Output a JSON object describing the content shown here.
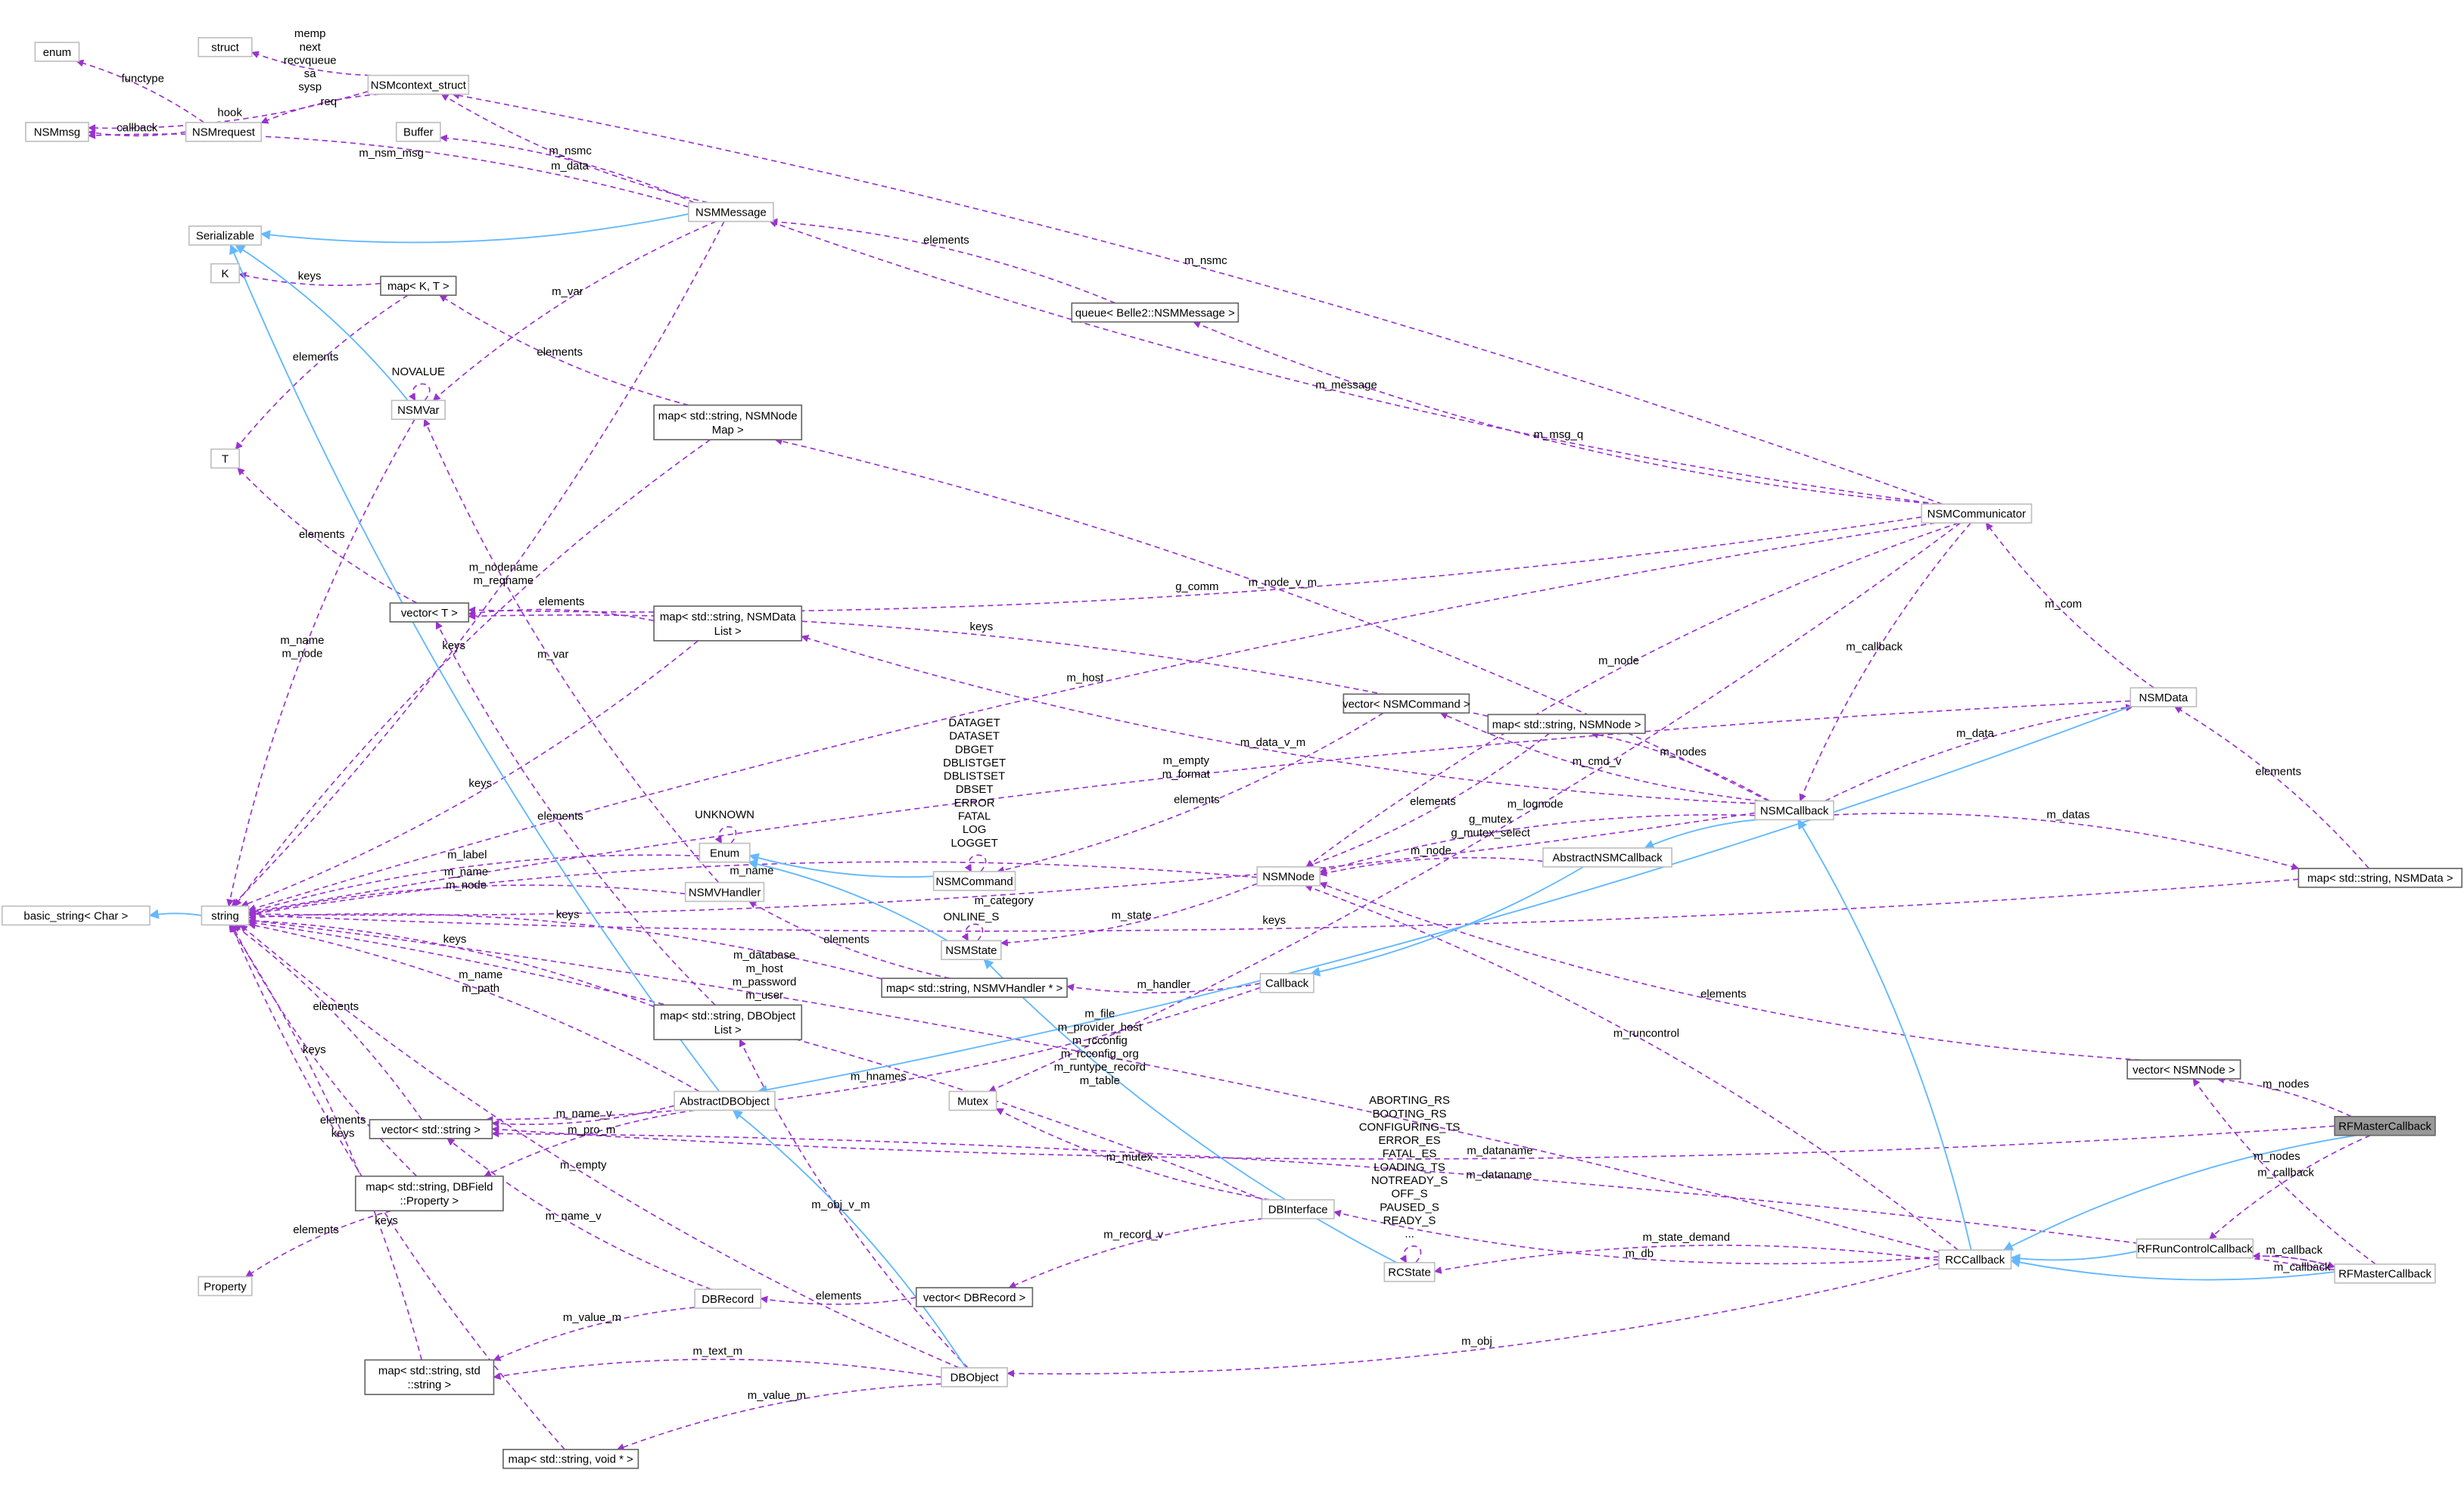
{
  "colors": {
    "usage_edge": "#9a32cd",
    "inheritance_edge": "#63b8ff",
    "focus_node_fill": "#999999"
  },
  "nodes": [
    {
      "id": "struct",
      "label": [
        "struct"
      ]
    },
    {
      "id": "enum",
      "label": [
        "enum"
      ]
    },
    {
      "id": "nsmcontext",
      "label": [
        "NSMcontext_struct"
      ]
    },
    {
      "id": "nsmmsg",
      "label": [
        "NSMmsg"
      ]
    },
    {
      "id": "nsmrequest",
      "label": [
        "NSMrequest"
      ]
    },
    {
      "id": "buffer",
      "label": [
        "Buffer"
      ]
    },
    {
      "id": "nsmmessage",
      "label": [
        "NSMMessage"
      ]
    },
    {
      "id": "serializable",
      "label": [
        "Serializable"
      ]
    },
    {
      "id": "k",
      "label": [
        "K"
      ]
    },
    {
      "id": "mapkt",
      "label": [
        "map< K, T >"
      ]
    },
    {
      "id": "nsmvar",
      "label": [
        "NSMVar"
      ]
    },
    {
      "id": "mapnodemap",
      "label": [
        "map< std::string, NSMNode",
        "Map >"
      ]
    },
    {
      "id": "t",
      "label": [
        "T"
      ]
    },
    {
      "id": "vectort",
      "label": [
        "vector< T >"
      ]
    },
    {
      "id": "mapdatalist",
      "label": [
        "map< std::string, NSMData",
        "List >"
      ]
    },
    {
      "id": "enumcls",
      "label": [
        "Enum"
      ]
    },
    {
      "id": "nsmcommand",
      "label": [
        "NSMCommand"
      ]
    },
    {
      "id": "nsmvhandler",
      "label": [
        "NSMVHandler"
      ]
    },
    {
      "id": "basicstring",
      "label": [
        "basic_string< Char >"
      ]
    },
    {
      "id": "string",
      "label": [
        "string"
      ]
    },
    {
      "id": "nsmstate",
      "label": [
        "NSMState"
      ]
    },
    {
      "id": "mapvhandler",
      "label": [
        "map< std::string, NSMVHandler * >"
      ]
    },
    {
      "id": "callback",
      "label": [
        "Callback"
      ]
    },
    {
      "id": "mapdbobjlist",
      "label": [
        "map< std::string, DBObject",
        "List >"
      ]
    },
    {
      "id": "abstractdbobject",
      "label": [
        "AbstractDBObject"
      ]
    },
    {
      "id": "mutex",
      "label": [
        "Mutex"
      ]
    },
    {
      "id": "vectorstring",
      "label": [
        "vector< std::string >"
      ]
    },
    {
      "id": "mapdbfield",
      "label": [
        "map< std::string, DBField",
        "::Property >"
      ]
    },
    {
      "id": "property",
      "label": [
        "Property"
      ]
    },
    {
      "id": "dbrecord",
      "label": [
        "DBRecord"
      ]
    },
    {
      "id": "vectordbrecord",
      "label": [
        "vector< DBRecord >"
      ]
    },
    {
      "id": "dbinterface",
      "label": [
        "DBInterface"
      ]
    },
    {
      "id": "rcstate",
      "label": [
        "RCState"
      ]
    },
    {
      "id": "mapstdstring",
      "label": [
        "map< std::string, std",
        "::string >"
      ]
    },
    {
      "id": "dbobject",
      "label": [
        "DBObject"
      ]
    },
    {
      "id": "mapvoid",
      "label": [
        "map< std::string, void * >"
      ]
    },
    {
      "id": "queue",
      "label": [
        "queue< Belle2::NSMMessage >"
      ]
    },
    {
      "id": "nsmcommunicator",
      "label": [
        "NSMCommunicator"
      ]
    },
    {
      "id": "vectorcommand",
      "label": [
        "vector< NSMCommand >"
      ]
    },
    {
      "id": "mapnode",
      "label": [
        "map< std::string, NSMNode >"
      ]
    },
    {
      "id": "nsmdata",
      "label": [
        "NSMData"
      ]
    },
    {
      "id": "nsmcallback",
      "label": [
        "NSMCallback"
      ]
    },
    {
      "id": "abstractnsmcallback",
      "label": [
        "AbstractNSMCallback"
      ]
    },
    {
      "id": "nsmnode",
      "label": [
        "NSMNode"
      ]
    },
    {
      "id": "mapnsmdata",
      "label": [
        "map< std::string, NSMData >"
      ]
    },
    {
      "id": "vectornode",
      "label": [
        "vector< NSMNode >"
      ]
    },
    {
      "id": "rfmaster",
      "label": [
        "RFMasterCallback"
      ],
      "focus": true
    },
    {
      "id": "rfruncontrol",
      "label": [
        "RFRunControlCallback"
      ]
    },
    {
      "id": "rccallback",
      "label": [
        "RCCallback"
      ]
    },
    {
      "id": "rfmaster2",
      "label": [
        "RFMasterCallback"
      ]
    }
  ],
  "edges": [
    {
      "from": "nsmcontext",
      "to": "struct",
      "kind": "usage",
      "label": [
        "memp",
        "next",
        "recvqueue",
        "sa",
        "sysp"
      ]
    },
    {
      "from": "nsmrequest",
      "to": "enum",
      "kind": "usage",
      "label": [
        "functype"
      ]
    },
    {
      "from": "nsmcontext",
      "to": "nsmmsg",
      "kind": "usage",
      "label": [
        "hook"
      ]
    },
    {
      "from": "nsmcontext",
      "to": "nsmrequest",
      "kind": "usage",
      "label": [
        "req"
      ]
    },
    {
      "from": "nsmrequest",
      "to": "nsmmsg",
      "kind": "usage",
      "label": [
        "callback"
      ]
    },
    {
      "from": "nsmmessage",
      "to": "nsmmsg",
      "kind": "usage",
      "label": [
        "m_nsm_msg"
      ]
    },
    {
      "from": "nsmmessage",
      "to": "nsmcontext",
      "kind": "usage",
      "label": [
        "m_nsmc"
      ]
    },
    {
      "from": "nsmmessage",
      "to": "buffer",
      "kind": "usage",
      "label": [
        "m_data"
      ]
    },
    {
      "from": "mapkt",
      "to": "k",
      "kind": "usage",
      "label": [
        "keys"
      ]
    },
    {
      "from": "mapkt",
      "to": "t",
      "kind": "usage",
      "label": [
        "elements"
      ]
    },
    {
      "from": "nsmmessage",
      "to": "string",
      "kind": "usage",
      "label": [
        "m_nodename",
        "m_reqname"
      ]
    },
    {
      "from": "nsmmessage",
      "to": "nsmvar",
      "kind": "usage",
      "label": [
        "m_var"
      ]
    },
    {
      "from": "nsmvar",
      "to": "nsmvar",
      "kind": "usage",
      "label": [
        "NOVALUE"
      ]
    },
    {
      "from": "nsmvar",
      "to": "string",
      "kind": "usage",
      "label": [
        "m_name",
        "m_node"
      ]
    },
    {
      "from": "mapnodemap",
      "to": "mapkt",
      "kind": "usage",
      "label": [
        "elements"
      ]
    },
    {
      "from": "mapnodemap",
      "to": "string",
      "kind": "usage",
      "label": [
        "keys"
      ]
    },
    {
      "from": "vectort",
      "to": "t",
      "kind": "usage",
      "label": [
        "elements"
      ]
    },
    {
      "from": "mapdatalist",
      "to": "vectort",
      "kind": "usage",
      "label": [
        "elements"
      ]
    },
    {
      "from": "mapdatalist",
      "to": "string",
      "kind": "usage",
      "label": [
        "keys"
      ]
    },
    {
      "from": "nsmcommunicator",
      "to": "nsmcontext",
      "kind": "usage",
      "label": [
        "m_nsmc"
      ]
    },
    {
      "from": "nsmcommunicator",
      "to": "nsmmessage",
      "kind": "usage",
      "label": [
        "m_message"
      ]
    },
    {
      "from": "queue",
      "to": "nsmmessage",
      "kind": "usage",
      "label": [
        "elements"
      ]
    },
    {
      "from": "nsmcommunicator",
      "to": "queue",
      "kind": "usage",
      "label": [
        "m_msg_q"
      ]
    },
    {
      "from": "nsmcommunicator",
      "to": "string",
      "kind": "usage",
      "label": [
        "m_host"
      ]
    },
    {
      "from": "nsmcommunicator",
      "to": "vectort",
      "kind": "usage",
      "label": [
        "g_comm"
      ]
    },
    {
      "from": "nsmcommunicator",
      "to": "nsmcallback",
      "kind": "usage",
      "label": [
        "m_callback"
      ]
    },
    {
      "from": "nsmcommunicator",
      "to": "mutex",
      "kind": "usage",
      "label": [
        "g_mutex",
        "g_mutex_select"
      ]
    },
    {
      "from": "nsmcommunicator",
      "to": "nsmnode",
      "kind": "usage",
      "label": [
        "m_node"
      ]
    },
    {
      "from": "nsmdata",
      "to": "nsmcommunicator",
      "kind": "usage",
      "label": [
        "m_com"
      ]
    },
    {
      "from": "nsmdata",
      "to": "string",
      "kind": "usage",
      "label": [
        "m_empty",
        "m_format"
      ]
    },
    {
      "from": "nsmcallback",
      "to": "mapdatalist",
      "kind": "usage",
      "label": [
        "m_data_v_m"
      ]
    },
    {
      "from": "nsmcallback",
      "to": "mapnodemap",
      "kind": "usage",
      "label": [
        "m_node_v_m"
      ]
    },
    {
      "from": "nsmcallback",
      "to": "string",
      "kind": "usage",
      "label": [
        "m_category"
      ]
    },
    {
      "from": "nsmnode",
      "to": "string",
      "kind": "usage",
      "label": [
        "m_name"
      ]
    },
    {
      "from": "nsmcallback",
      "to": "vectorcommand",
      "kind": "usage",
      "label": [
        "m_cmd_v"
      ]
    },
    {
      "from": "nsmcallback",
      "to": "mapnode",
      "kind": "usage",
      "label": [
        "m_nodes"
      ]
    },
    {
      "from": "mapnode",
      "to": "nsmnode",
      "kind": "usage",
      "label": [
        "elements"
      ]
    },
    {
      "from": "mapnode",
      "to": "vectort",
      "kind": "usage",
      "label": [
        "keys"
      ]
    },
    {
      "from": "vectorcommand",
      "to": "nsmcommand",
      "kind": "usage",
      "label": [
        "elements"
      ]
    },
    {
      "from": "nsmcommand",
      "to": "nsmcommand",
      "kind": "usage",
      "label": [
        "DATAGET",
        "DATASET",
        "DBGET",
        "DBLISTGET",
        "DBLISTSET",
        "DBSET",
        "ERROR",
        "FATAL",
        "LOG",
        "LOGGET"
      ]
    },
    {
      "from": "nsmcallback",
      "to": "nsmdata",
      "kind": "usage",
      "label": [
        "m_data"
      ]
    },
    {
      "from": "nsmcallback",
      "to": "nsmnode",
      "kind": "usage",
      "label": [
        "m_lognode"
      ]
    },
    {
      "from": "nsmcallback",
      "to": "mapnsmdata",
      "kind": "usage",
      "label": [
        "m_datas"
      ]
    },
    {
      "from": "mapnsmdata",
      "to": "nsmdata",
      "kind": "usage",
      "label": [
        "elements"
      ]
    },
    {
      "from": "mapnsmdata",
      "to": "string",
      "kind": "usage",
      "label": [
        "keys"
      ]
    },
    {
      "from": "abstractnsmcallback",
      "to": "nsmnode",
      "kind": "usage",
      "label": [
        "m_node"
      ]
    },
    {
      "from": "nsmnode",
      "to": "nsmstate",
      "kind": "usage",
      "label": [
        "m_state"
      ]
    },
    {
      "from": "nsmstate",
      "to": "nsmstate",
      "kind": "usage",
      "label": [
        "ONLINE_S"
      ]
    },
    {
      "from": "enumcls",
      "to": "enumcls",
      "kind": "usage",
      "label": [
        "UNKNOWN"
      ]
    },
    {
      "from": "enumcls",
      "to": "string",
      "kind": "usage",
      "label": [
        "m_label"
      ]
    },
    {
      "from": "nsmvhandler",
      "to": "nsmvar",
      "kind": "usage",
      "label": [
        "m_var"
      ]
    },
    {
      "from": "nsmvhandler",
      "to": "string",
      "kind": "usage",
      "label": [
        "m_name",
        "m_node"
      ]
    },
    {
      "from": "mapvhandler",
      "to": "nsmvhandler",
      "kind": "usage",
      "label": [
        "elements"
      ]
    },
    {
      "from": "mapvhandler",
      "to": "string",
      "kind": "usage",
      "label": [
        "keys"
      ]
    },
    {
      "from": "callback",
      "to": "mapvhandler",
      "kind": "usage",
      "label": [
        "m_handler"
      ]
    },
    {
      "from": "mapdbobjlist",
      "to": "string",
      "kind": "usage",
      "label": [
        "keys"
      ]
    },
    {
      "from": "mapdbobjlist",
      "to": "vectort",
      "kind": "usage",
      "label": [
        "elements"
      ]
    },
    {
      "from": "abstractdbobject",
      "to": "string",
      "kind": "usage",
      "label": [
        "m_name",
        "m_path"
      ]
    },
    {
      "from": "abstractdbobject",
      "to": "vectorstring",
      "kind": "usage",
      "label": [
        "m_name_v"
      ]
    },
    {
      "from": "abstractdbobject",
      "to": "mapdbfield",
      "kind": "usage",
      "label": [
        "m_pro_m"
      ]
    },
    {
      "from": "callback",
      "to": "vectorstring",
      "kind": "usage",
      "label": [
        "m_hnames"
      ]
    },
    {
      "from": "vectorstring",
      "to": "string",
      "kind": "usage",
      "label": [
        "elements"
      ]
    },
    {
      "from": "mapdbfield",
      "to": "string",
      "kind": "usage",
      "label": [
        "keys"
      ]
    },
    {
      "from": "mapdbfield",
      "to": "property",
      "kind": "usage",
      "label": [
        "elements"
      ]
    },
    {
      "from": "dbrecord",
      "to": "vectorstring",
      "kind": "usage",
      "label": [
        "m_name_v"
      ]
    },
    {
      "from": "dbrecord",
      "to": "mapstdstring",
      "kind": "usage",
      "label": [
        "m_value_m"
      ]
    },
    {
      "from": "vectordbrecord",
      "to": "dbrecord",
      "kind": "usage",
      "label": [
        "elements"
      ]
    },
    {
      "from": "dbinterface",
      "to": "vectordbrecord",
      "kind": "usage",
      "label": [
        "m_record_v"
      ]
    },
    {
      "from": "dbinterface",
      "to": "mutex",
      "kind": "usage",
      "label": [
        "m_mutex"
      ]
    },
    {
      "from": "dbinterface",
      "to": "string",
      "kind": "usage",
      "label": [
        "m_database",
        "m_host",
        "m_password",
        "m_user"
      ]
    },
    {
      "from": "dbobject",
      "to": "mapdbobjlist",
      "kind": "usage",
      "label": [
        "m_obj_v_m"
      ]
    },
    {
      "from": "dbobject",
      "to": "mapstdstring",
      "kind": "usage",
      "label": [
        "m_text_m"
      ]
    },
    {
      "from": "dbobject",
      "to": "string",
      "kind": "usage",
      "label": [
        "m_empty"
      ]
    },
    {
      "from": "dbobject",
      "to": "mapvoid",
      "kind": "usage",
      "label": [
        "m_value_m"
      ]
    },
    {
      "from": "mapvoid",
      "to": "string",
      "kind": "usage",
      "label": [
        "keys"
      ]
    },
    {
      "from": "mapstdstring",
      "to": "string",
      "kind": "usage",
      "label": [
        "elements",
        "keys"
      ]
    },
    {
      "from": "rcstate",
      "to": "rcstate",
      "kind": "usage",
      "label": [
        "ABORTING_RS",
        "BOOTING_RS",
        "CONFIGURING_TS",
        "ERROR_ES",
        "FATAL_ES",
        "LOADING_TS",
        "NOTREADY_S",
        "OFF_S",
        "PAUSED_S",
        "READY_S",
        "..."
      ]
    },
    {
      "from": "rccallback",
      "to": "rcstate",
      "kind": "usage",
      "label": [
        "m_state_demand"
      ]
    },
    {
      "from": "rccallback",
      "to": "dbinterface",
      "kind": "usage",
      "label": [
        "m_db"
      ]
    },
    {
      "from": "rccallback",
      "to": "string",
      "kind": "usage",
      "label": [
        "m_file",
        "m_provider_host",
        "m_rcconfig",
        "m_rcconfig_org",
        "m_runtype_record",
        "m_table"
      ]
    },
    {
      "from": "rccallback",
      "to": "dbobject",
      "kind": "usage",
      "label": [
        "m_obj"
      ]
    },
    {
      "from": "rccallback",
      "to": "nsmnode",
      "kind": "usage",
      "label": [
        "m_runcontrol"
      ]
    },
    {
      "from": "vectornode",
      "to": "nsmnode",
      "kind": "usage",
      "label": [
        "elements"
      ]
    },
    {
      "from": "rfmaster",
      "to": "vectornode",
      "kind": "usage",
      "label": [
        "m_nodes"
      ]
    },
    {
      "from": "rfmaster",
      "to": "vectorstring",
      "kind": "usage",
      "label": [
        "m_dataname"
      ]
    },
    {
      "from": "rfmaster",
      "to": "rfruncontrol",
      "kind": "usage",
      "label": [
        "m_callback"
      ]
    },
    {
      "from": "rfruncontrol",
      "to": "rfmaster2",
      "kind": "usage",
      "label": [
        "m_callback"
      ]
    },
    {
      "from": "rfmaster2",
      "to": "rfruncontrol",
      "kind": "usage",
      "label": [
        "m_callback"
      ]
    },
    {
      "from": "rfmaster2",
      "to": "vectornode",
      "kind": "usage",
      "label": [
        "m_nodes"
      ]
    },
    {
      "from": "rfmaster2",
      "to": "vectorstring",
      "kind": "usage",
      "label": [
        "m_dataname"
      ]
    },
    {
      "from": "nsmmessage",
      "to": "serializable",
      "kind": "inheritance",
      "label": []
    },
    {
      "from": "nsmvar",
      "to": "serializable",
      "kind": "inheritance",
      "label": []
    },
    {
      "from": "abstractdbobject",
      "to": "serializable",
      "kind": "inheritance",
      "label": []
    },
    {
      "from": "string",
      "to": "basicstring",
      "kind": "inheritance",
      "label": []
    },
    {
      "from": "nsmcommand",
      "to": "enumcls",
      "kind": "inheritance",
      "label": []
    },
    {
      "from": "nsmstate",
      "to": "enumcls",
      "kind": "inheritance",
      "label": []
    },
    {
      "from": "rcstate",
      "to": "nsmstate",
      "kind": "inheritance",
      "label": []
    },
    {
      "from": "dbobject",
      "to": "abstractdbobject",
      "kind": "inheritance",
      "label": []
    },
    {
      "from": "nsmdata",
      "to": "abstractdbobject",
      "kind": "inheritance",
      "label": []
    },
    {
      "from": "nsmcallback",
      "to": "abstractnsmcallback",
      "kind": "inheritance",
      "label": []
    },
    {
      "from": "abstractnsmcallback",
      "to": "callback",
      "kind": "inheritance",
      "label": []
    },
    {
      "from": "rccallback",
      "to": "nsmcallback",
      "kind": "inheritance",
      "label": []
    },
    {
      "from": "rfruncontrol",
      "to": "rccallback",
      "kind": "inheritance",
      "label": []
    },
    {
      "from": "rfmaster",
      "to": "rccallback",
      "kind": "inheritance",
      "label": []
    },
    {
      "from": "rfmaster2",
      "to": "rccallback",
      "kind": "inheritance",
      "label": []
    }
  ]
}
